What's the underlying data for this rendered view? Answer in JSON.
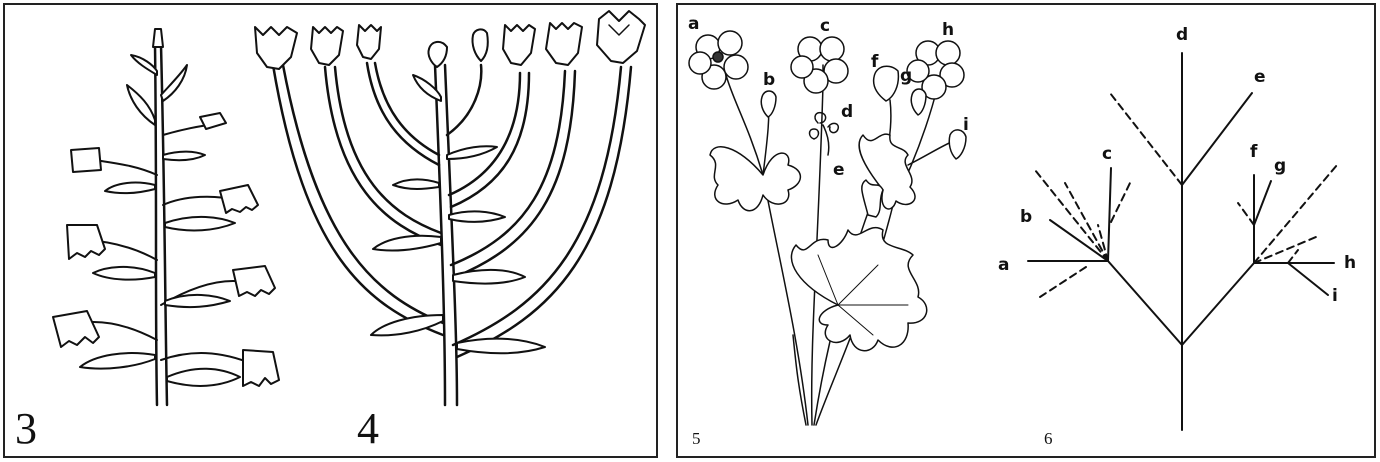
{
  "figures": [
    {
      "number": "3"
    },
    {
      "number": "4"
    },
    {
      "number": "5",
      "labels": [
        "a",
        "b",
        "c",
        "d",
        "e",
        "f",
        "g",
        "h",
        "i"
      ]
    },
    {
      "number": "6",
      "labels": [
        "a",
        "b",
        "c",
        "d",
        "e",
        "f",
        "g",
        "h",
        "i"
      ]
    }
  ]
}
